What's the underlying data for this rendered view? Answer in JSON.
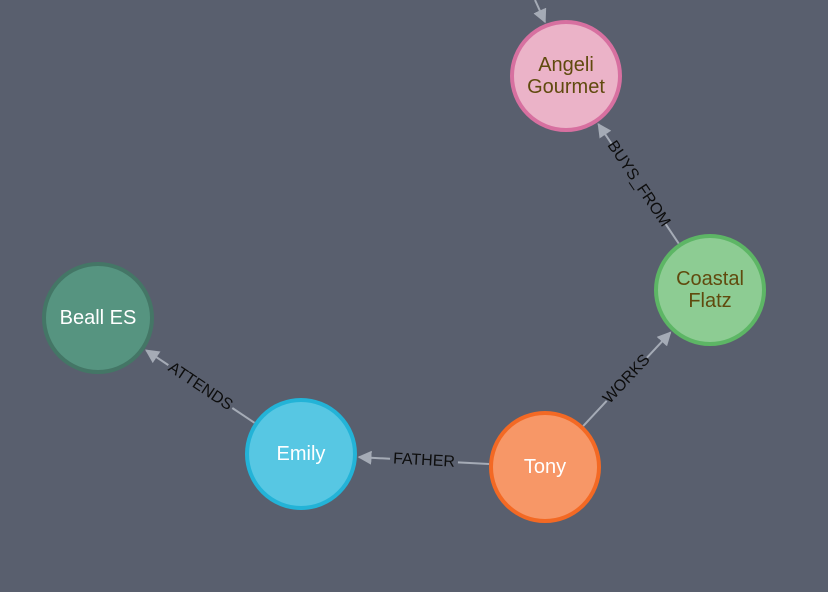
{
  "graph": {
    "nodes": [
      {
        "id": "angeli",
        "lines": [
          "Angeli",
          "Gourmet"
        ],
        "fill": "#ebb3c8",
        "stroke": "#d770a0",
        "text_color": "#604a0e"
      },
      {
        "id": "coastal",
        "lines": [
          "Coastal",
          "Flatz"
        ],
        "fill": "#8dcc93",
        "stroke": "#5db665",
        "text_color": "#604a0e"
      },
      {
        "id": "beall",
        "lines": [
          "Beall ES"
        ],
        "fill": "#569480",
        "stroke": "#447666",
        "text_color": "#ffffff"
      },
      {
        "id": "emily",
        "lines": [
          "Emily"
        ],
        "fill": "#57c7e3",
        "stroke": "#23b3d7",
        "text_color": "#ffffff"
      },
      {
        "id": "tony",
        "lines": [
          "Tony"
        ],
        "fill": "#f79767",
        "stroke": "#f36924",
        "text_color": "#ffffff"
      }
    ],
    "edges": [
      {
        "from": "coastal",
        "to": "angeli",
        "label": "BUYS_FROM"
      },
      {
        "from": "tony",
        "to": "coastal",
        "label": "WORKS"
      },
      {
        "from": "tony",
        "to": "emily",
        "label": "FATHER"
      },
      {
        "from": "emily",
        "to": "beall",
        "label": "ATTENDS"
      }
    ],
    "edge_color": "#a5abb6"
  }
}
